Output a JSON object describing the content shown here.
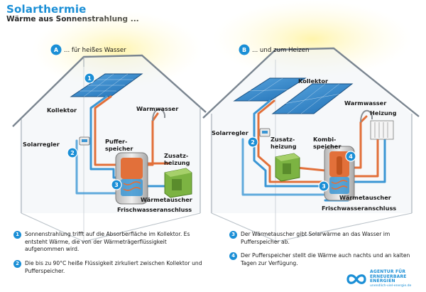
{
  "header": {
    "title": "Solarthermie",
    "subtitle": "Wärme aus Sonnenstrahlung ..."
  },
  "variant_a": {
    "letter": "A",
    "heading": "... für heißes Wasser",
    "labels": {
      "collector": "Kollektor",
      "controller": "Solarregler",
      "hot_water": "Warmwasser",
      "buffer": [
        "Puffer-",
        "speicher"
      ],
      "aux_heating": [
        "Zusatz-",
        "heizung"
      ],
      "heat_exchanger": "Wärmetauscher",
      "fresh_water": "Frischwasseranschluss"
    },
    "badges": [
      "1",
      "2",
      "3"
    ]
  },
  "variant_b": {
    "letter": "B",
    "heading": "... und zum Heizen",
    "labels": {
      "collector": "Kollektor",
      "controller": "Solarregler",
      "hot_water": "Warmwasser",
      "heating": "Heizung",
      "aux_heating": [
        "Zusatz-",
        "heizung"
      ],
      "combi": [
        "Kombi-",
        "speicher"
      ],
      "heat_exchanger": "Wärmetauscher",
      "fresh_water": "Frischwasseranschluss"
    },
    "badges": [
      "2",
      "3",
      "4"
    ]
  },
  "legend": [
    {
      "num": "1",
      "text": "Sonnenstrahlung trifft auf die Absorberfläche im Kollektor. Es entsteht Wärme, die von der Wärmeträgerflüssigkeit aufgenommen wird."
    },
    {
      "num": "2",
      "text": "Die bis zu 90°C heiße Flüssigkeit zirkuliert zwischen Kollektor und Pufferspeicher."
    },
    {
      "num": "3",
      "text": "Der Wärmetauscher gibt Solarwärme an das Wasser im Pufferspeicher ab."
    },
    {
      "num": "4",
      "text": "Der Pufferspeicher stellt die Wärme auch nachts und an kalten Tagen zur Verfügung."
    }
  ],
  "logo": {
    "lines": [
      "AGENTUR FÜR",
      "ERNEUERBARE",
      "ENERGIEN"
    ],
    "url": "unendlich-viel-energie.de"
  },
  "colors": {
    "brand_blue": "#1b8fd6",
    "pipe_hot": "#e2703a",
    "pipe_cold": "#3b96d4",
    "panel": "#2f7fc4",
    "heater_green": "#7cb342"
  }
}
